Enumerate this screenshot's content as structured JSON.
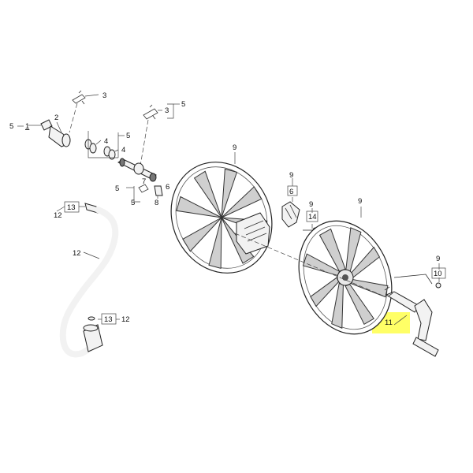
{
  "labels": {
    "l_5a": "5",
    "l_1": "1",
    "l_2": "2",
    "l_3a": "3",
    "l_3b": "3",
    "l_5b": "5",
    "l_4a": "4",
    "l_4b": "4",
    "l_5c": "5",
    "l_5d": "5",
    "l_7": "7",
    "l_5e": "5",
    "l_8": "8",
    "l_6a": "6",
    "l_13a": "13",
    "l_12a": "12",
    "l_12b": "12",
    "l_13b": "13",
    "l_12c": "12",
    "l_9a": "9",
    "l_9b": "9",
    "l_6b": "6",
    "l_9c": "9",
    "l_14": "14",
    "l_9d": "9",
    "l_9e": "9",
    "l_10": "10",
    "l_11": "11"
  },
  "colors": {
    "highlight": "#ffff66"
  }
}
